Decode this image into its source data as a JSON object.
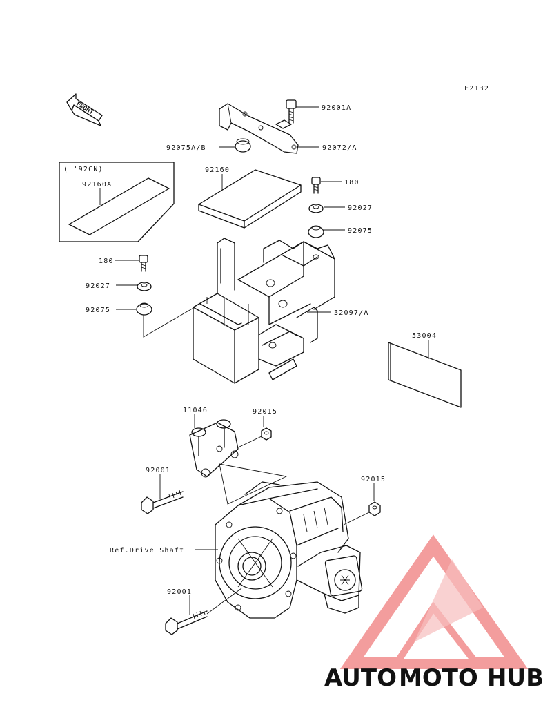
{
  "figure_code": "F2132",
  "front_label": "FRONT",
  "inset_label": "( '92CN)",
  "parts": {
    "p92001A": "92001A",
    "p92075AB": "92075A/B",
    "p92072A": "92072/A",
    "p92160": "92160",
    "p92160A": "92160A",
    "p180_right": "180",
    "p92027_right": "92027",
    "p92075_right": "92075",
    "p180_left": "180",
    "p92027_left": "92027",
    "p92075_left": "92075",
    "p32097A": "32097/A",
    "p53004": "53004",
    "p11046": "11046",
    "p92015_top": "92015",
    "p92001_upper": "92001",
    "p92015_right": "92015",
    "ref_drive_shaft": "Ref.Drive Shaft",
    "p92001_lower": "92001"
  },
  "watermark": {
    "part1": "AUTO",
    "part2": "MOTO",
    "part3": "HUB",
    "colors": {
      "auto": "#f5c26b",
      "moto": "#f08a8a",
      "hub": "#9a9a9a",
      "logo": "#f28c8c"
    }
  }
}
